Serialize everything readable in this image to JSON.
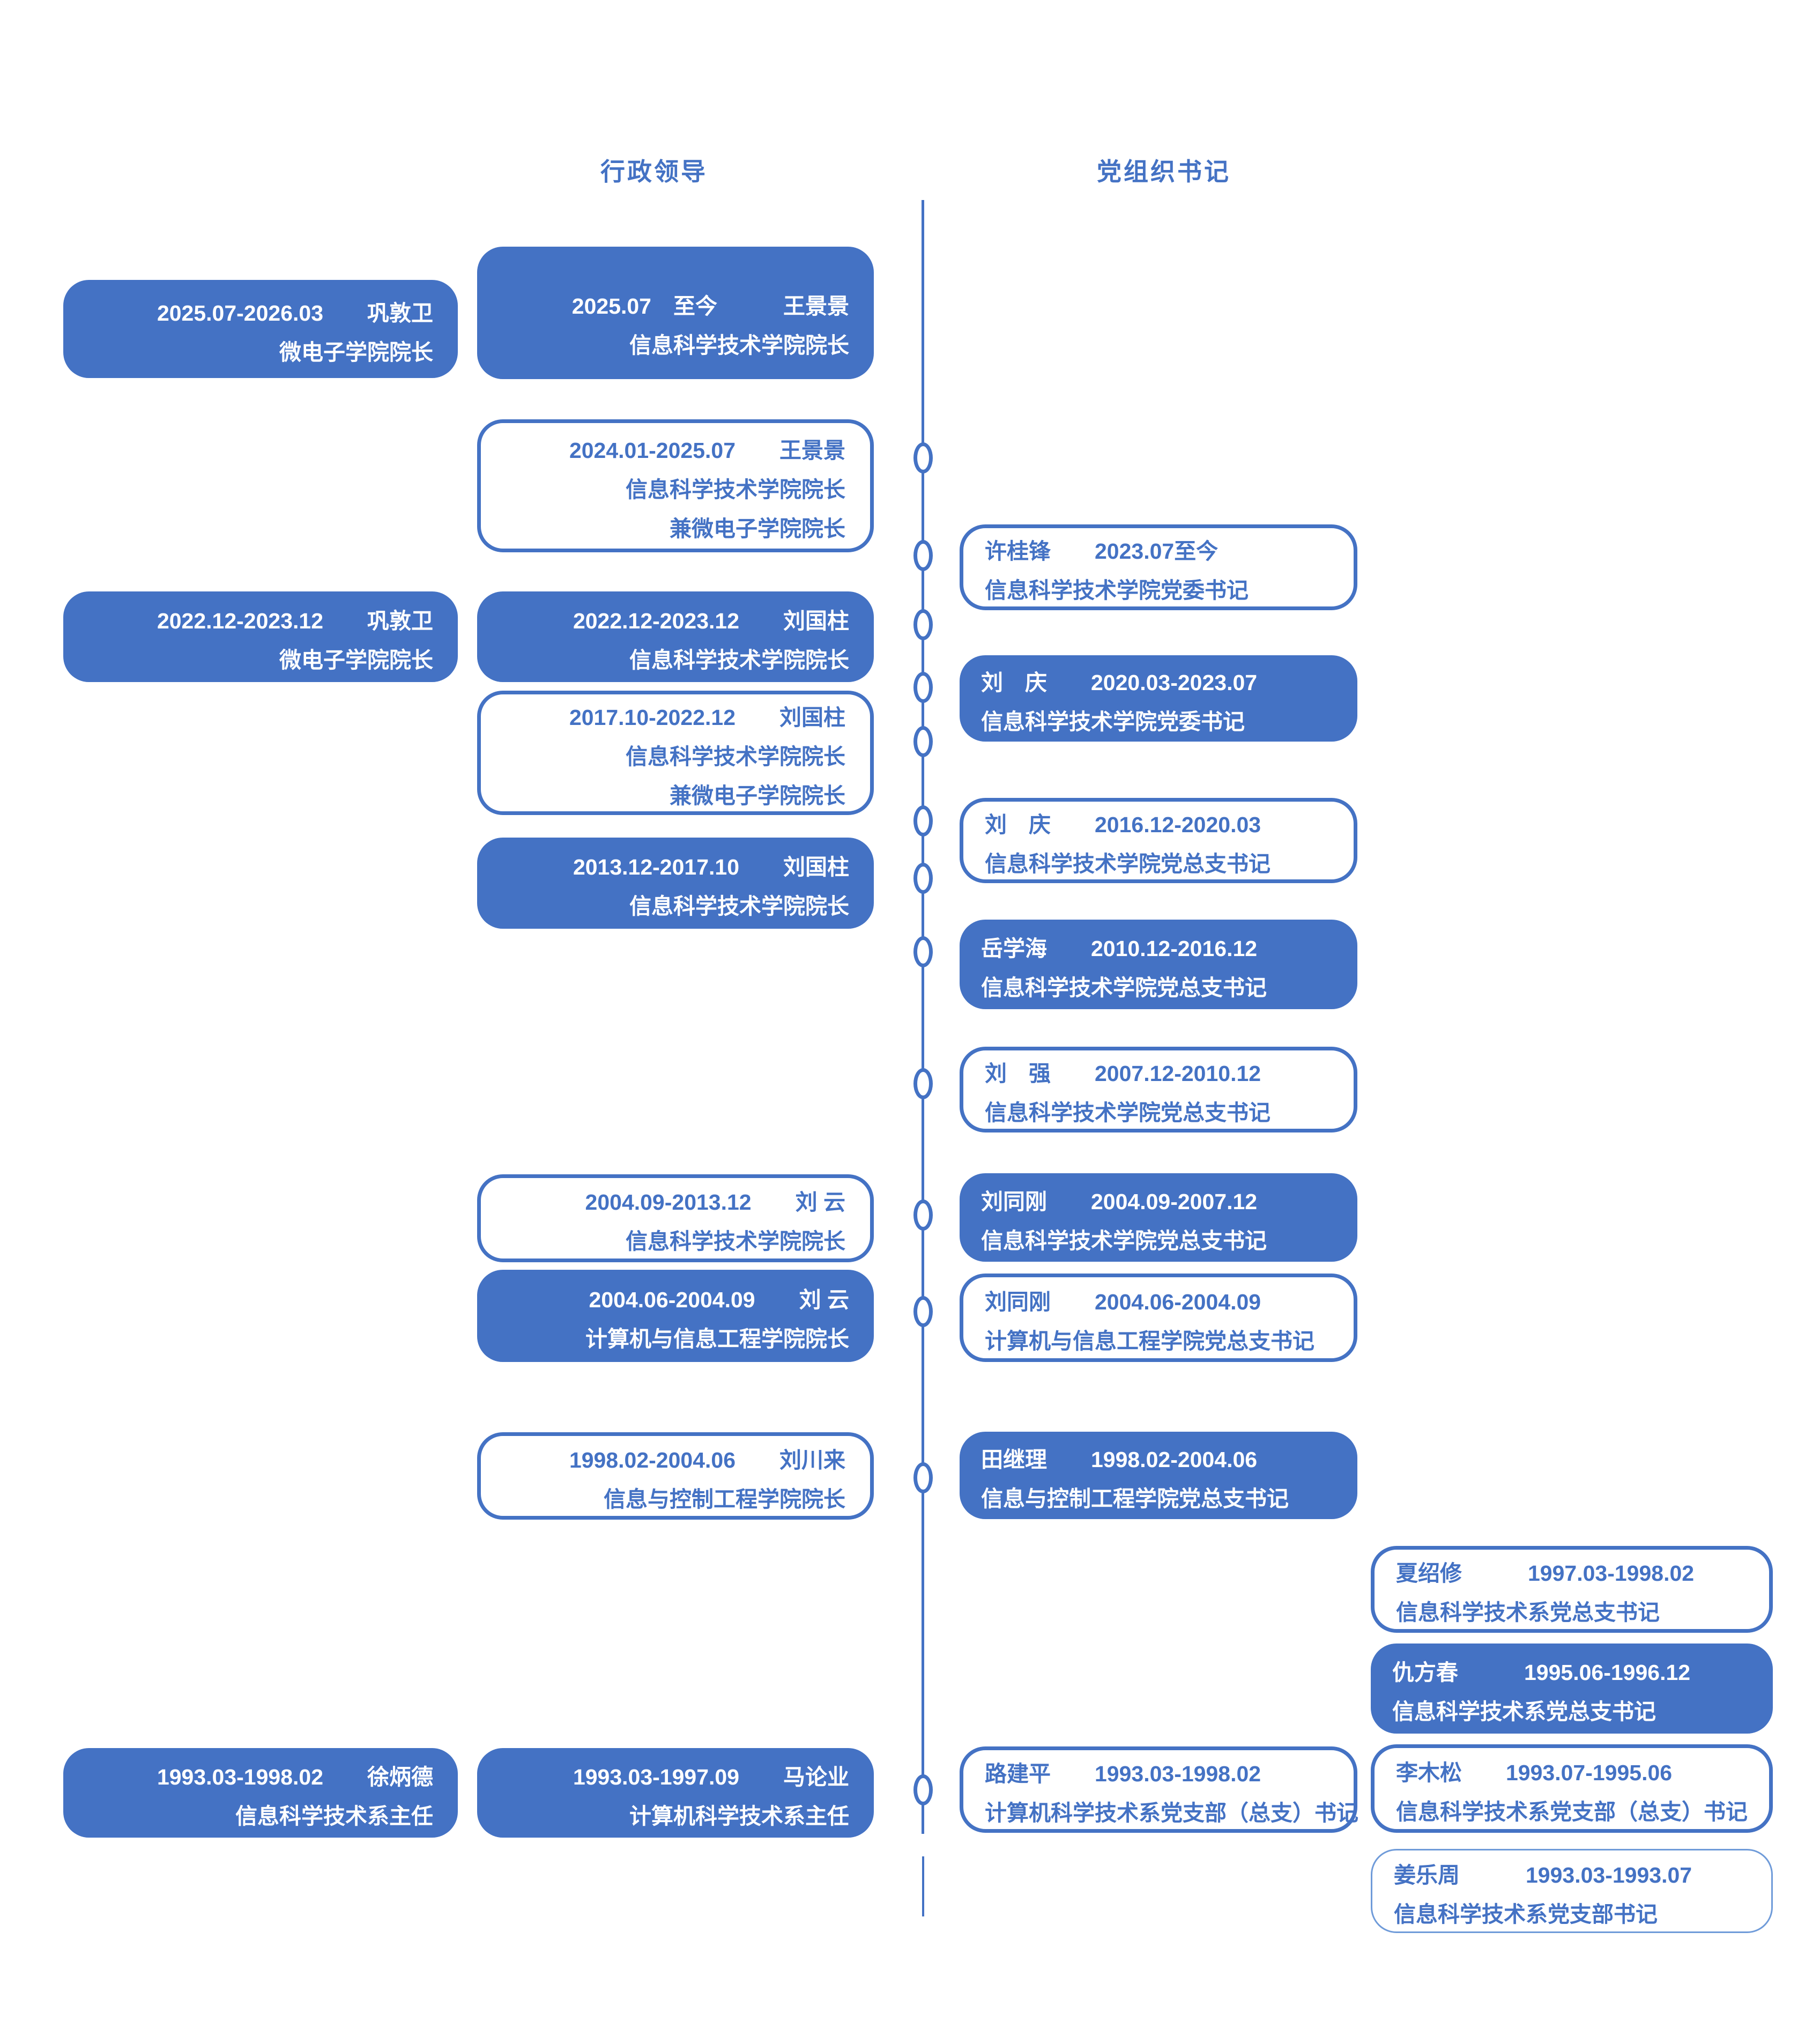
{
  "headers": {
    "admin": "行政领导",
    "party": "党组织书记"
  },
  "colors": {
    "primary": "#4472C4",
    "thin_border": "#6F9BD9",
    "background": "#FFFFFF",
    "filled_text": "#FFFFFF"
  },
  "timeline": {
    "node_count": 13
  },
  "admin": {
    "header": "行政领导",
    "boxes": {
      "gong_2025": {
        "line1": "2025.07-2026.03　　巩敦卫",
        "line2": "微电子学院院长"
      },
      "wang_2025": {
        "line1": "2025.07　至今　　　王景景",
        "line2": "信息科学技术学院院长"
      },
      "wang_2024": {
        "line1": "2024.01-2025.07　　王景景",
        "line2": "信息科学技术学院院长",
        "line3": "兼微电子学院院长"
      },
      "gong_2022": {
        "line1": "2022.12-2023.12　　巩敦卫",
        "line2": "微电子学院院长"
      },
      "liuguozhu_2022": {
        "line1": "2022.12-2023.12　　刘国柱",
        "line2": "信息科学技术学院院长"
      },
      "liuguozhu_2017": {
        "line1": "2017.10-2022.12　　刘国柱",
        "line2": "信息科学技术学院院长",
        "line3": "兼微电子学院院长"
      },
      "liuguozhu_2013": {
        "line1": "2013.12-2017.10　　刘国柱",
        "line2": "信息科学技术学院院长"
      },
      "liuyun_2004_09": {
        "line1": "2004.09-2013.12　　刘 云",
        "line2": "信息科学技术学院院长"
      },
      "liuyun_2004_06": {
        "line1": "2004.06-2004.09　　刘 云",
        "line2": "计算机与信息工程学院院长"
      },
      "liuchuanlai_1998": {
        "line1": "1998.02-2004.06　　刘川来",
        "line2": "信息与控制工程学院院长"
      },
      "xubingde_1993": {
        "line1": "1993.03-1998.02　　徐炳德",
        "line2": "信息科学技术系主任"
      },
      "malunye_1993": {
        "line1": "1993.03-1997.09　　马论业",
        "line2": "计算机科学技术系主任"
      }
    }
  },
  "party": {
    "header": "党组织书记",
    "boxes": {
      "xuguifeng": {
        "line1": "许桂锋　　2023.07至今",
        "line2": "信息科学技术学院党委书记"
      },
      "liuqing_2020": {
        "line1": "刘　庆　　2020.03-2023.07",
        "line2": "信息科学技术学院党委书记"
      },
      "liuqing_2016": {
        "line1": "刘　庆　　2016.12-2020.03",
        "line2": "信息科学技术学院党总支书记"
      },
      "yuexuehai": {
        "line1": "岳学海　　2010.12-2016.12",
        "line2": "信息科学技术学院党总支书记"
      },
      "liuqiang": {
        "line1": "刘　强　　2007.12-2010.12",
        "line2": "信息科学技术学院党总支书记"
      },
      "liutonggang_2004_09": {
        "line1": "刘同刚　　2004.09-2007.12",
        "line2": "信息科学技术学院党总支书记"
      },
      "liutonggang_2004_06": {
        "line1": "刘同刚　　2004.06-2004.09",
        "line2": "计算机与信息工程学院党总支书记"
      },
      "tianjili": {
        "line1": "田继理　　1998.02-2004.06",
        "line2": "信息与控制工程学院党总支书记"
      },
      "lujianping": {
        "line1": "路建平　　1993.03-1998.02",
        "line2": "计算机科学技术系党支部（总支）书记"
      },
      "xiashaoxiu": {
        "line1": "夏绍修　　　1997.03-1998.02",
        "line2": "信息科学技术系党总支书记"
      },
      "qiufangchun": {
        "line1": "仇方春　　　1995.06-1996.12",
        "line2": "信息科学技术系党总支书记"
      },
      "limusong": {
        "line1": "李木松　　1993.07-1995.06",
        "line2": "信息科学技术系党支部（总支）书记"
      },
      "jianglezhou": {
        "line1": "姜乐周　　　1993.03-1993.07",
        "line2": "信息科学技术系党支部书记"
      }
    }
  }
}
